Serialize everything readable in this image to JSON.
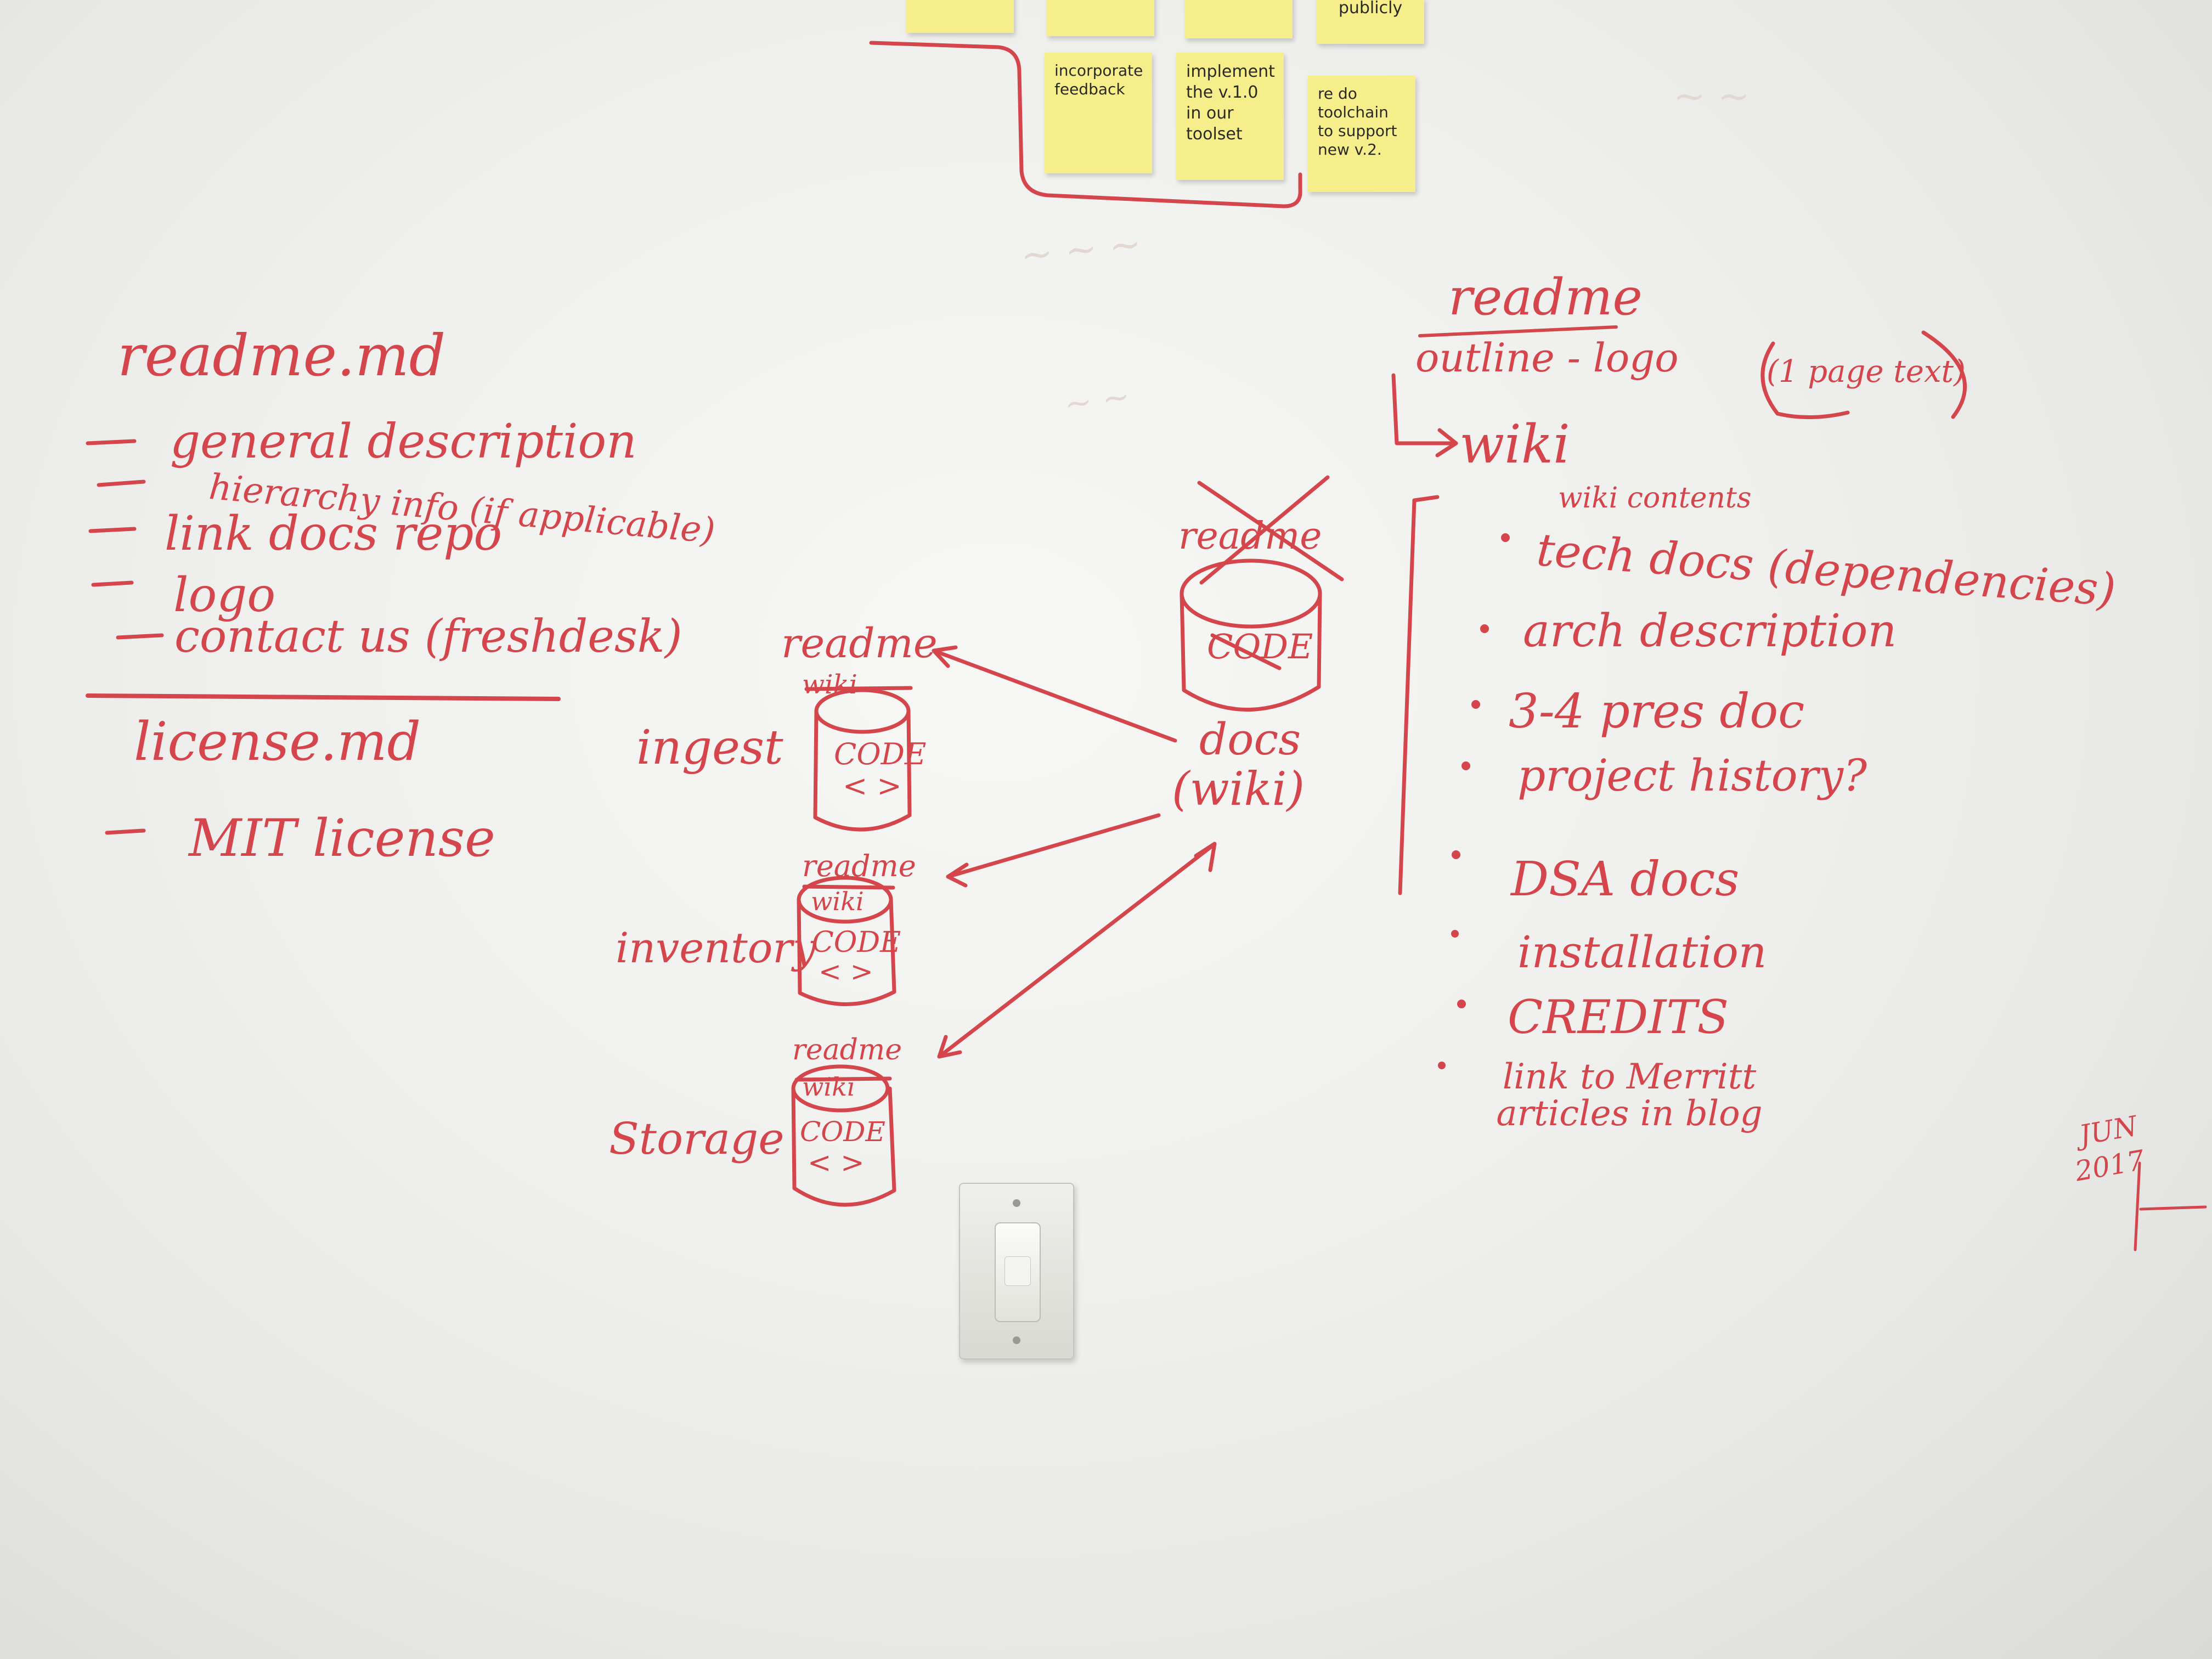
{
  "colors": {
    "marker": "#d4454c",
    "sticky": "#f6ee8a",
    "ghost": "#e3d6d3"
  },
  "sticky_notes": {
    "top_row": [
      "publicly"
    ],
    "bottom_row": [
      "incorporate\nfeedback",
      "implement\nthe v.1.0\nin our\ntoolset",
      "re do\ntoolchain\nto support\nnew v.2."
    ]
  },
  "left_list": {
    "title": "readme.md",
    "items": [
      "general description",
      "hierarchy info (if applicable)",
      "link docs repo",
      "logo",
      "contact us (freshdesk)"
    ],
    "license_title": "license.md",
    "license_item": "MIT license"
  },
  "diagram": {
    "services": [
      {
        "name": "ingest",
        "readme": "readme",
        "wiki": "wiki",
        "code": "CODE",
        "brackets": "< >"
      },
      {
        "name": "inventory",
        "readme": "readme",
        "wiki": "wiki",
        "code": "CODE",
        "brackets": "< >"
      },
      {
        "name": "Storage",
        "readme": "readme",
        "wiki": "wiki",
        "code": "CODE",
        "brackets": "< >"
      }
    ],
    "hub": {
      "readme": "readme",
      "code": "CODE",
      "docs": "docs",
      "wiki": "(wiki)"
    }
  },
  "right_list": {
    "title": "readme",
    "outline": "outline - logo",
    "page_note": "(1 page text)",
    "wiki": "wiki",
    "wiki_contents": "wiki contents",
    "items": [
      "tech docs (dependencies)",
      "arch description",
      "3-4 pres doc",
      "project history?",
      "DSA docs",
      "installation",
      "CREDITS",
      "link to Merritt articles in blog"
    ]
  },
  "date_note": {
    "month": "JUN",
    "year": "2017"
  }
}
